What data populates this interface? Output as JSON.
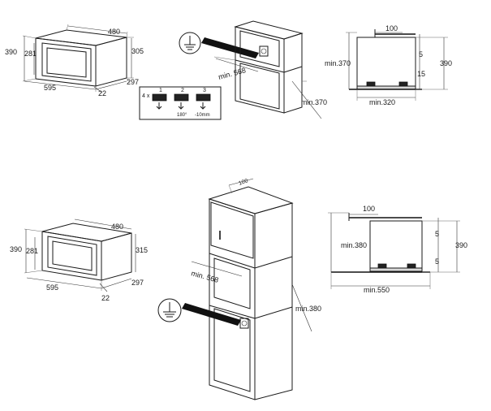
{
  "top": {
    "oven": {
      "w": "480",
      "h_outer": "390",
      "h_inner": "281",
      "depth": "305",
      "width": "595",
      "front": "22",
      "base": "297"
    },
    "cabinet": {
      "min_width": "min. 568",
      "min_depth": "min.370"
    },
    "steps": {
      "count": "4 x",
      "n1": "1",
      "n2": "2",
      "n3": "3",
      "a2": "180°",
      "a3": "-10mm"
    },
    "side": {
      "top": "100",
      "min_h": "min.370",
      "gap_top": "5",
      "gap_bottom": "15",
      "total": "390",
      "min_depth": "min.320"
    }
  },
  "bottom": {
    "oven": {
      "w": "480",
      "h_outer": "390",
      "h_inner": "281",
      "depth": "315",
      "width": "595",
      "front": "22",
      "base": "297"
    },
    "cabinet": {
      "top": "100",
      "min_width": "min. 568",
      "min_depth": "min.380"
    },
    "side": {
      "top": "100",
      "min_h": "min.380",
      "gap_top": "5",
      "gap_bottom": "5",
      "total": "390",
      "min_depth": "min.550"
    }
  },
  "icons": [
    "ground-symbol",
    "ground-symbol"
  ]
}
